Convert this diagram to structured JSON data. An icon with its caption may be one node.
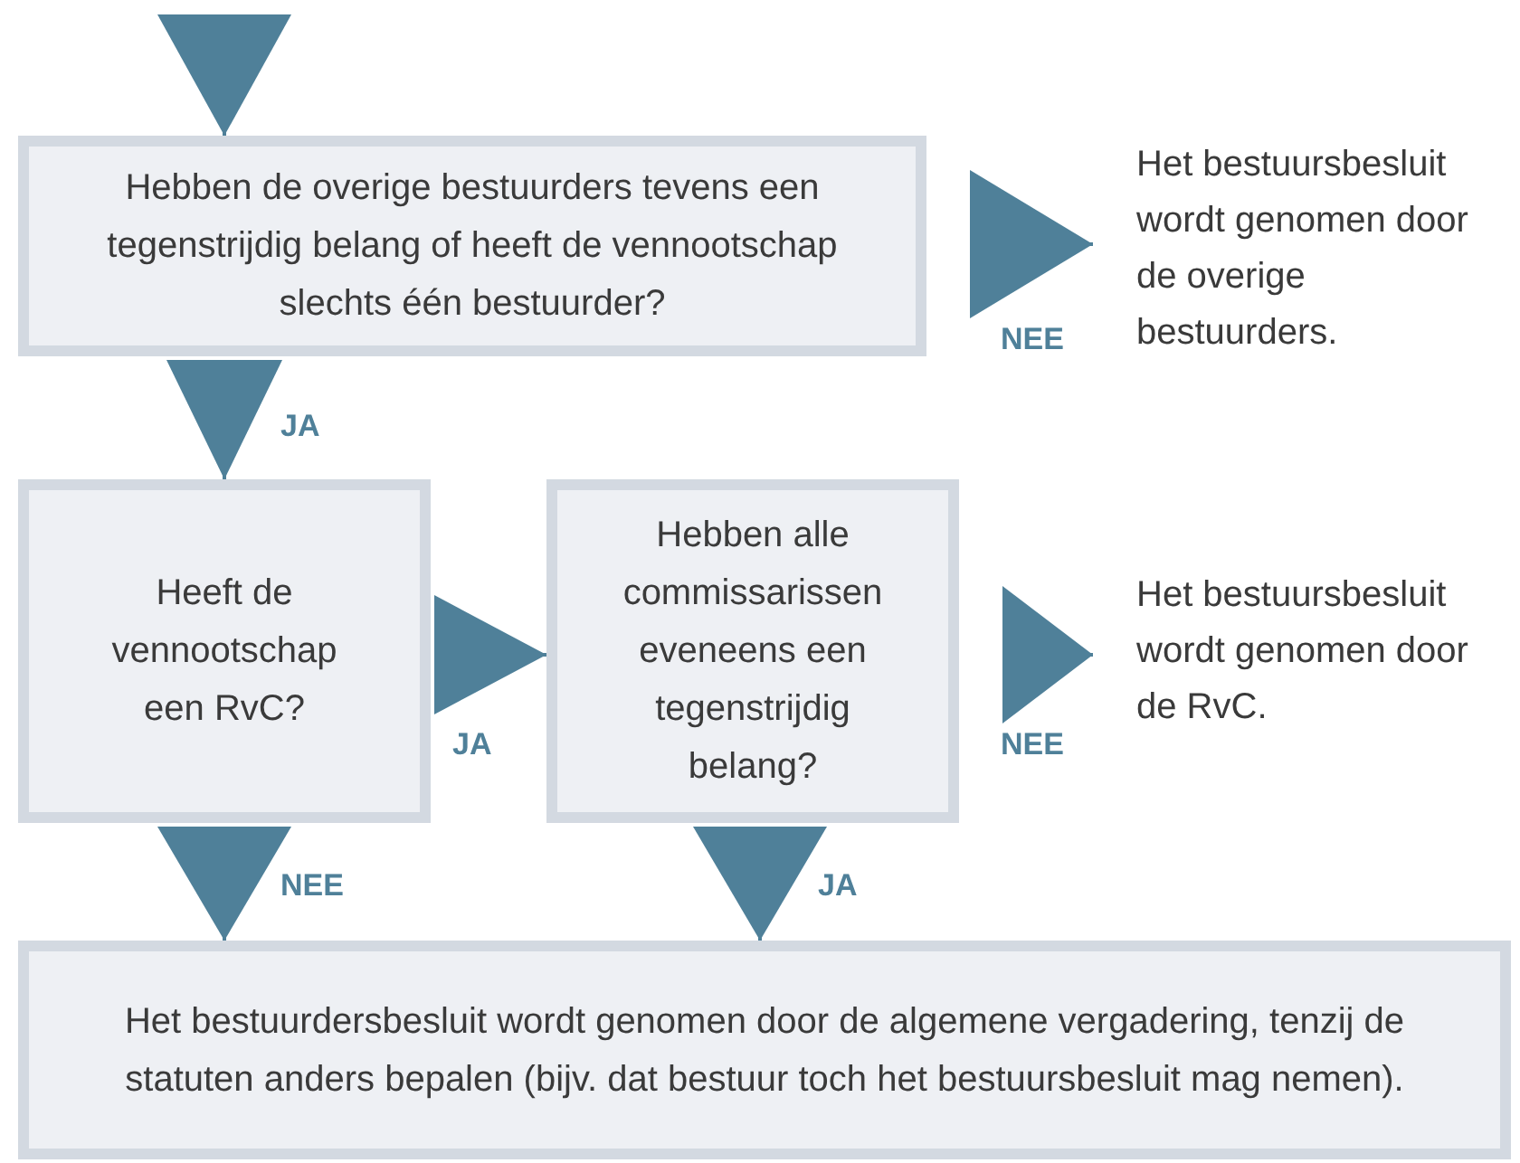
{
  "diagram": {
    "nodes": [
      {
        "text": [
          "Hebben de overige bestuurders tevens een tegenstrijdig belang of heeft de vennootschap slechts één bestuurder?"
        ]
      },
      {
        "text": [
          "Het bestuursbesluit wordt genomen door de overige bestuurders."
        ]
      },
      {
        "text": [
          "Heeft de vennootschap een RvC?"
        ]
      },
      {
        "text": [
          "Hebben alle commissarissen eveneens een tegenstrijdig belang?"
        ]
      },
      {
        "text": [
          "Het bestuursbesluit wordt genomen door de RvC."
        ]
      },
      {
        "text": [
          "Het bestuurdersbesluit wordt genomen door de algemene vergadering, tenzij de statuten anders bepalen (bijv. dat bestuur toch het bestuursbesluit mag nemen)."
        ]
      }
    ],
    "edges": [
      {
        "from": null,
        "to": 0,
        "arrow": "to"
      },
      {
        "from": 0,
        "to": 1,
        "arrow": "to",
        "label": "NEE"
      },
      {
        "from": 0,
        "to": 2,
        "arrow": "to",
        "label": "JA"
      },
      {
        "from": 2,
        "to": 3,
        "arrow": "to",
        "label": "JA"
      },
      {
        "from": 3,
        "to": 4,
        "arrow": "to",
        "label": "NEE"
      },
      {
        "from": 2,
        "to": 5,
        "arrow": "to",
        "label": "NEE"
      },
      {
        "from": 3,
        "to": 5,
        "arrow": "to",
        "label": "JA"
      }
    ]
  }
}
